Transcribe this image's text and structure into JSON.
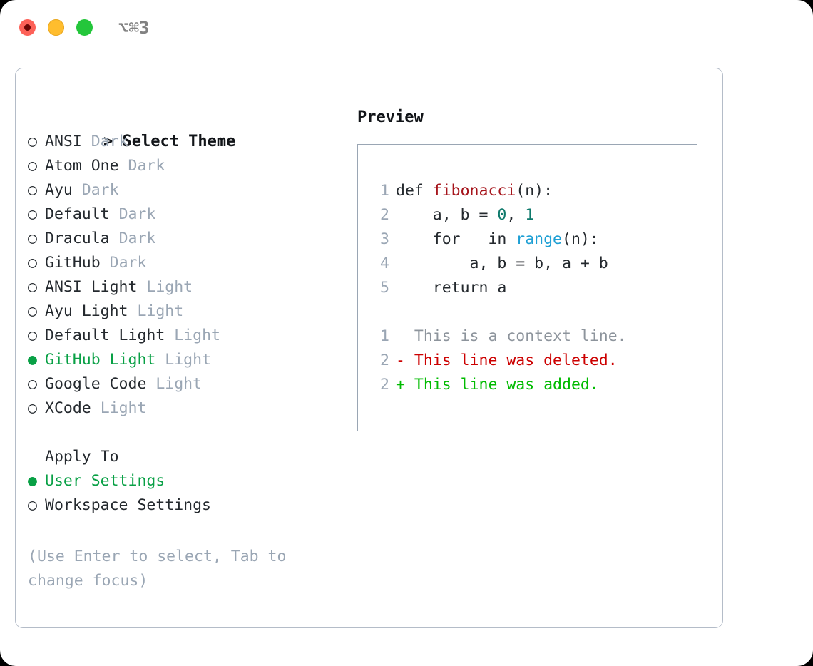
{
  "window": {
    "shortcut": "⌥⌘3",
    "traffic_lights": [
      {
        "name": "close",
        "color": "#fd6158"
      },
      {
        "name": "minimize",
        "color": "#ffbd2e"
      },
      {
        "name": "maximize",
        "color": "#24c63b"
      }
    ]
  },
  "colors": {
    "selected_green": "#08a045",
    "muted_gray": "#9aa6b4",
    "text": "#24292e",
    "border": "#b4bcc8",
    "diff_add": "#00bb00",
    "diff_del": "#cc0000",
    "code_fn": "#a6151c",
    "code_num": "#0f7a6c",
    "code_builtin": "#1d9fd4"
  },
  "theme_panel": {
    "header_prefix": ">",
    "header": "Select Theme",
    "marker_unselected": "○",
    "marker_selected": "●",
    "items": [
      {
        "name": "ANSI",
        "kind": "Dark",
        "selected": false
      },
      {
        "name": "Atom One",
        "kind": "Dark",
        "selected": false
      },
      {
        "name": "Ayu",
        "kind": "Dark",
        "selected": false
      },
      {
        "name": "Default",
        "kind": "Dark",
        "selected": false
      },
      {
        "name": "Dracula",
        "kind": "Dark",
        "selected": false
      },
      {
        "name": "GitHub",
        "kind": "Dark",
        "selected": false
      },
      {
        "name": "ANSI Light",
        "kind": "Light",
        "selected": false
      },
      {
        "name": "Ayu Light",
        "kind": "Light",
        "selected": false
      },
      {
        "name": "Default Light",
        "kind": "Light",
        "selected": false
      },
      {
        "name": "GitHub Light",
        "kind": "Light",
        "selected": true
      },
      {
        "name": "Google Code",
        "kind": "Light",
        "selected": false
      },
      {
        "name": "XCode",
        "kind": "Light",
        "selected": false
      }
    ]
  },
  "apply_to": {
    "header": "Apply To",
    "options": [
      {
        "label": "User Settings",
        "selected": true
      },
      {
        "label": "Workspace Settings",
        "selected": false
      }
    ]
  },
  "hint": "(Use Enter to select, Tab to change focus)",
  "preview": {
    "header": "Preview",
    "code_lines": [
      {
        "num": "1",
        "tokens": [
          {
            "text": "def ",
            "style": "plain"
          },
          {
            "text": "fibonacci",
            "style": "fn"
          },
          {
            "text": "(n):",
            "style": "plain"
          }
        ]
      },
      {
        "num": "2",
        "tokens": [
          {
            "text": "    a, b = ",
            "style": "plain"
          },
          {
            "text": "0",
            "style": "num"
          },
          {
            "text": ", ",
            "style": "plain"
          },
          {
            "text": "1",
            "style": "num"
          }
        ]
      },
      {
        "num": "3",
        "tokens": [
          {
            "text": "    for _ in ",
            "style": "plain"
          },
          {
            "text": "range",
            "style": "builtin"
          },
          {
            "text": "(n):",
            "style": "plain"
          }
        ]
      },
      {
        "num": "4",
        "tokens": [
          {
            "text": "        a, b = b, a + b",
            "style": "plain"
          }
        ]
      },
      {
        "num": "5",
        "tokens": [
          {
            "text": "    return a",
            "style": "plain"
          }
        ]
      }
    ],
    "diff_lines": [
      {
        "num": "1",
        "prefix": "  ",
        "text": "This is a context line.",
        "kind": "ctx"
      },
      {
        "num": "2",
        "prefix": "- ",
        "text": "This line was deleted.",
        "kind": "del"
      },
      {
        "num": "2",
        "prefix": "+ ",
        "text": "This line was added.",
        "kind": "add"
      }
    ]
  }
}
